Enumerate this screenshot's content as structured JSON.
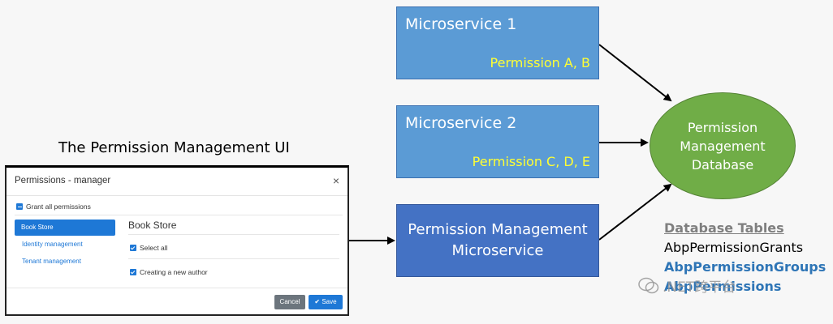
{
  "services": [
    {
      "title": "Microservice 1",
      "permissions": "Permission A, B"
    },
    {
      "title": "Microservice 2",
      "permissions": "Permission C, D, E"
    }
  ],
  "pm_service": {
    "line1": "Permission Management",
    "line2": "Microservice"
  },
  "database": {
    "line1": "Permission",
    "line2": "Management",
    "line3": "Database"
  },
  "ui_caption": "The Permission Management  UI",
  "dialog": {
    "title": "Permissions - manager",
    "close": "×",
    "grant_all": "Grant all permissions",
    "nav": [
      "Book Store",
      "Identity management",
      "Tenant management"
    ],
    "section_title": "Book Store",
    "select_all": "Select all",
    "permission_item": "Creating a new author",
    "cancel": "Cancel",
    "save": "Save"
  },
  "tables": {
    "heading": "Database Tables",
    "items": [
      "AbpPermissionGrants",
      "AbpPermissionGroups",
      "AbpPermissions"
    ]
  },
  "watermark": ".NET跨平台"
}
